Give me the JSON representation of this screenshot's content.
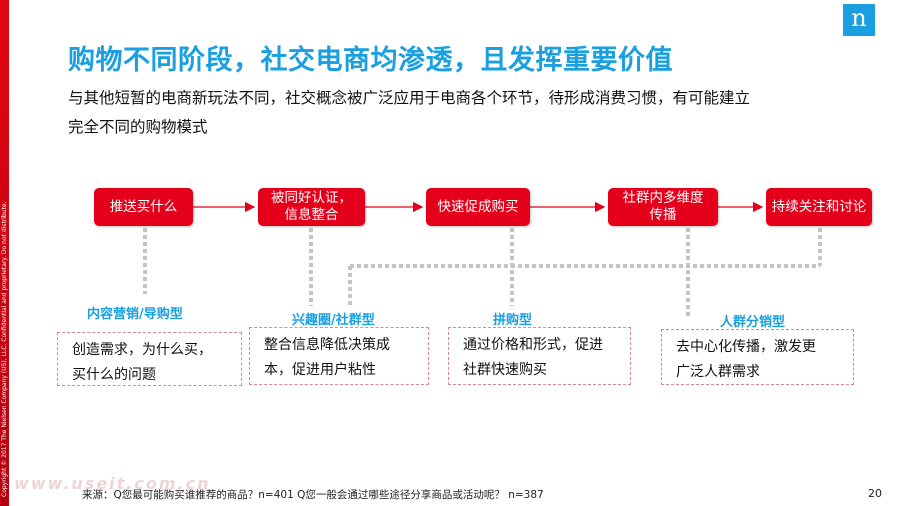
{
  "branding": {
    "copyright": "Copyright © 2017 The Nielsen Company (US), LLC. Confidential and proprietary. Do not distribute.",
    "logo_letter": "n",
    "watermark": "www.useit.com.cn"
  },
  "header": {
    "title": "购物不同阶段，社交电商均渗透，且发挥重要价值",
    "subtitle_line1": "与其他短暂的电商新玩法不同，社交概念被广泛应用于电商各个环节，待形成消费习惯，有可能建立",
    "subtitle_line2": "完全不同的购物模式"
  },
  "flow": {
    "steps": [
      {
        "line1": "推送买什么",
        "line2": ""
      },
      {
        "line1": "被同好认证，",
        "line2": "信息整合"
      },
      {
        "line1": "快速促成购买",
        "line2": ""
      },
      {
        "line1": "社群内多维度",
        "line2": "传播"
      },
      {
        "line1": "持续关注和讨论",
        "line2": ""
      }
    ]
  },
  "types": [
    {
      "label": "内容营销/导购型",
      "line1": "创造需求，为什么买，",
      "line2": "买什么的问题"
    },
    {
      "label": "兴趣圈/社群型",
      "line1": "整合信息降低决策成",
      "line2": "本，促进用户粘性"
    },
    {
      "label": "拼购型",
      "line1": "通过价格和形式，促进",
      "line2": "社群快速购买"
    },
    {
      "label": "人群分销型",
      "line1": "去中心化传播，激发更",
      "line2": "广泛人群需求"
    }
  ],
  "footer": {
    "source": "来源：Q您最可能购买谁推荐的商品？n=401   Q您一般会通过哪些途径分享商品或活动呢？ n=387",
    "page_number": "20"
  },
  "colors": {
    "brand_blue": "#1a9fe0",
    "step_red": "#e4001b",
    "side_red": "#e30613",
    "connector_gray": "#c4c4c4",
    "box_border": "#d88a90"
  }
}
